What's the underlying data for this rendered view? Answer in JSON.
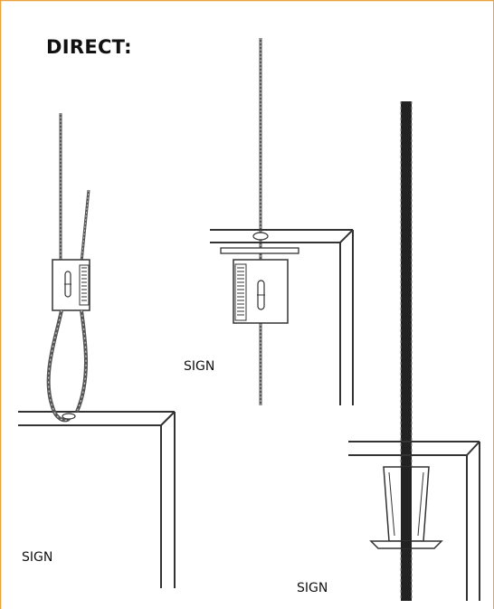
{
  "heading": "DIRECT:",
  "labels": {
    "sign_left": "SIGN",
    "sign_middle": "SIGN",
    "sign_right": "SIGN"
  },
  "colors": {
    "border": "#e8a33c",
    "line": "#333333",
    "cable_dark": "#222222"
  }
}
